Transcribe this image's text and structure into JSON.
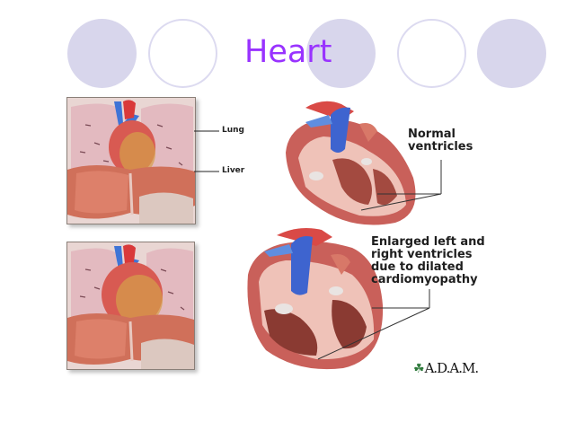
{
  "slide": {
    "title": "Heart",
    "title_color": "#9933ff",
    "decor_circles": [
      {
        "style": "filled",
        "color": "#d8d6ec"
      },
      {
        "style": "outline",
        "color": "#dcdaf0"
      },
      {
        "style": "filled",
        "color": "#d8d6ec"
      },
      {
        "style": "outline",
        "color": "#dcdaf0"
      },
      {
        "style": "filled",
        "color": "#d8d6ec"
      }
    ]
  },
  "left_images": {
    "top": {
      "labels": {
        "lung": "Lung",
        "liver": "Liver"
      }
    },
    "bottom": {}
  },
  "right_images": {
    "normal": {
      "label_line1": "Normal",
      "label_line2": "ventricles"
    },
    "enlarged": {
      "label_lines": [
        "Enlarged left and",
        "right ventricles",
        "due to dilated",
        "cardiomyopathy"
      ]
    },
    "credit": {
      "logo_icon": "leaf-icon",
      "text": "A.D.A.M."
    }
  }
}
